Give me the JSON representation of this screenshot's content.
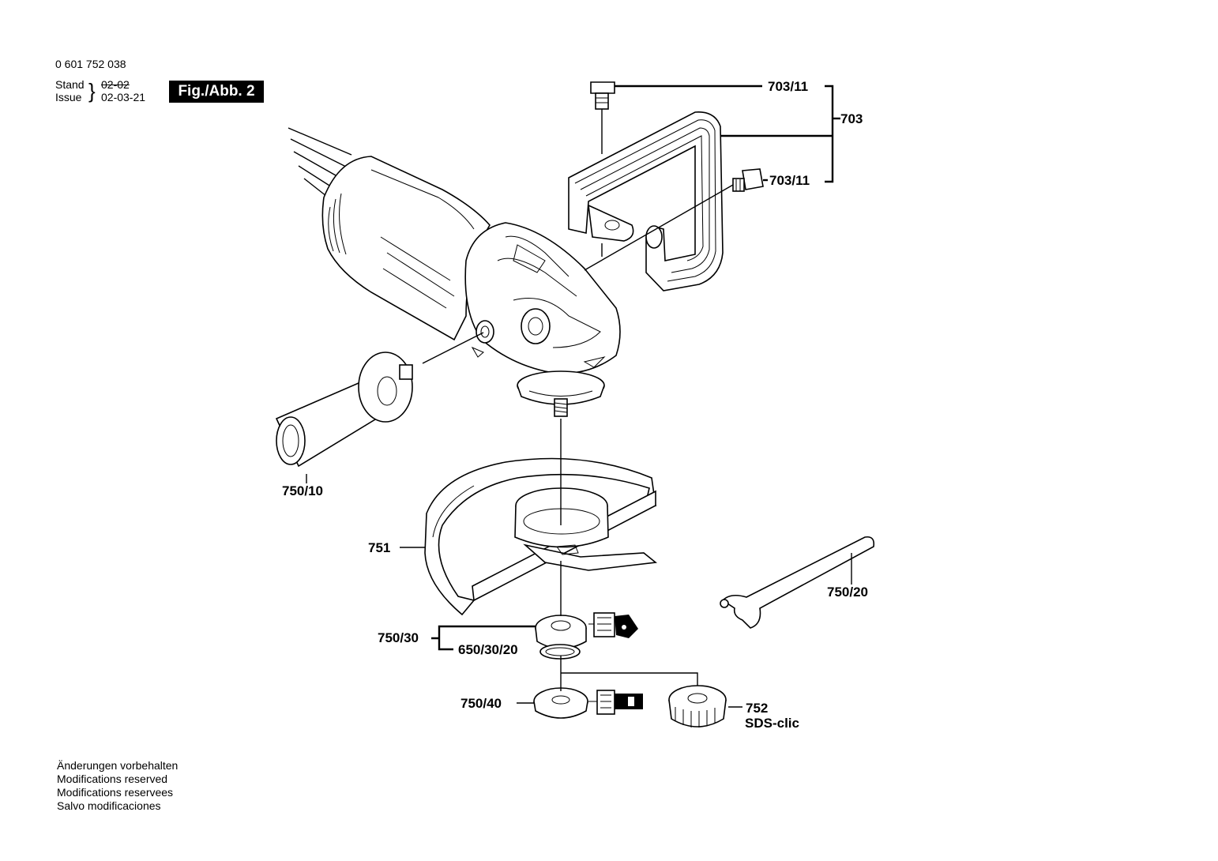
{
  "header": {
    "part_number": "0 601 752 038",
    "stand_label": "Stand",
    "issue_label": "Issue",
    "stand_value": "02-02",
    "issue_value": "02-03-21",
    "figure_badge": "Fig./Abb. 2"
  },
  "callouts": {
    "screw_top": "703/11",
    "screw_side": "703/11",
    "handle_bracket": "703",
    "side_handle": "750/10",
    "guard": "751",
    "wrench": "750/20",
    "flange": "750/30",
    "o_ring": "650/30/20",
    "nut": "750/40",
    "clic_nut_number": "752",
    "clic_nut_name": "SDS-clic"
  },
  "footer": {
    "lines": [
      "Änderungen vorbehalten",
      "Modifications reserved",
      "Modifications reservees",
      "Salvo modificaciones"
    ]
  }
}
